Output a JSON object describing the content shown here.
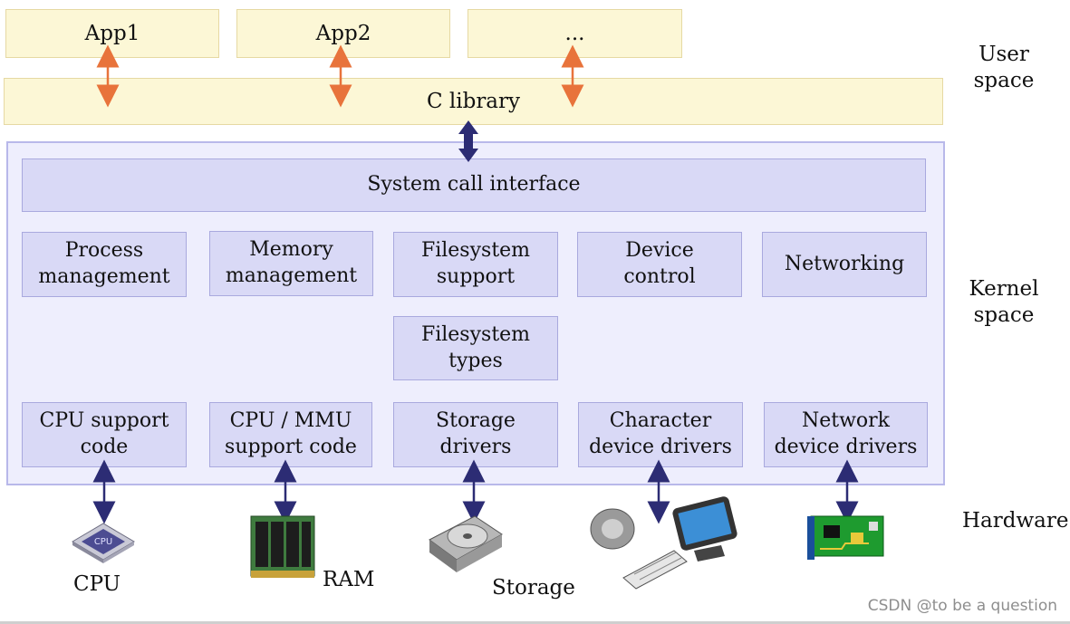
{
  "user_space": {
    "apps": [
      "App1",
      "App2",
      "..."
    ],
    "c_library": "C library",
    "label": "User\nspace"
  },
  "kernel": {
    "syscall": "System call interface",
    "row1": [
      "Process\nmanagement",
      "Memory\nmanagement",
      "Filesystem\nsupport",
      "Device\ncontrol",
      "Networking"
    ],
    "fs_types": "Filesystem\ntypes",
    "row3": [
      "CPU support\ncode",
      "CPU / MMU\nsupport code",
      "Storage\ndrivers",
      "Character\ndevice drivers",
      "Network\ndevice drivers"
    ],
    "label": "Kernel\nspace"
  },
  "hardware": {
    "label": "Hardware",
    "items": [
      "CPU",
      "RAM",
      "Storage"
    ]
  },
  "watermark": "CSDN @to be a question",
  "colors": {
    "user_fill": "#fcf7d6",
    "kernel_fill": "#eeeefd",
    "box_fill": "#d9d9f6",
    "orange_arrow": "#e8733b",
    "navy_arrow": "#2c2c74"
  }
}
